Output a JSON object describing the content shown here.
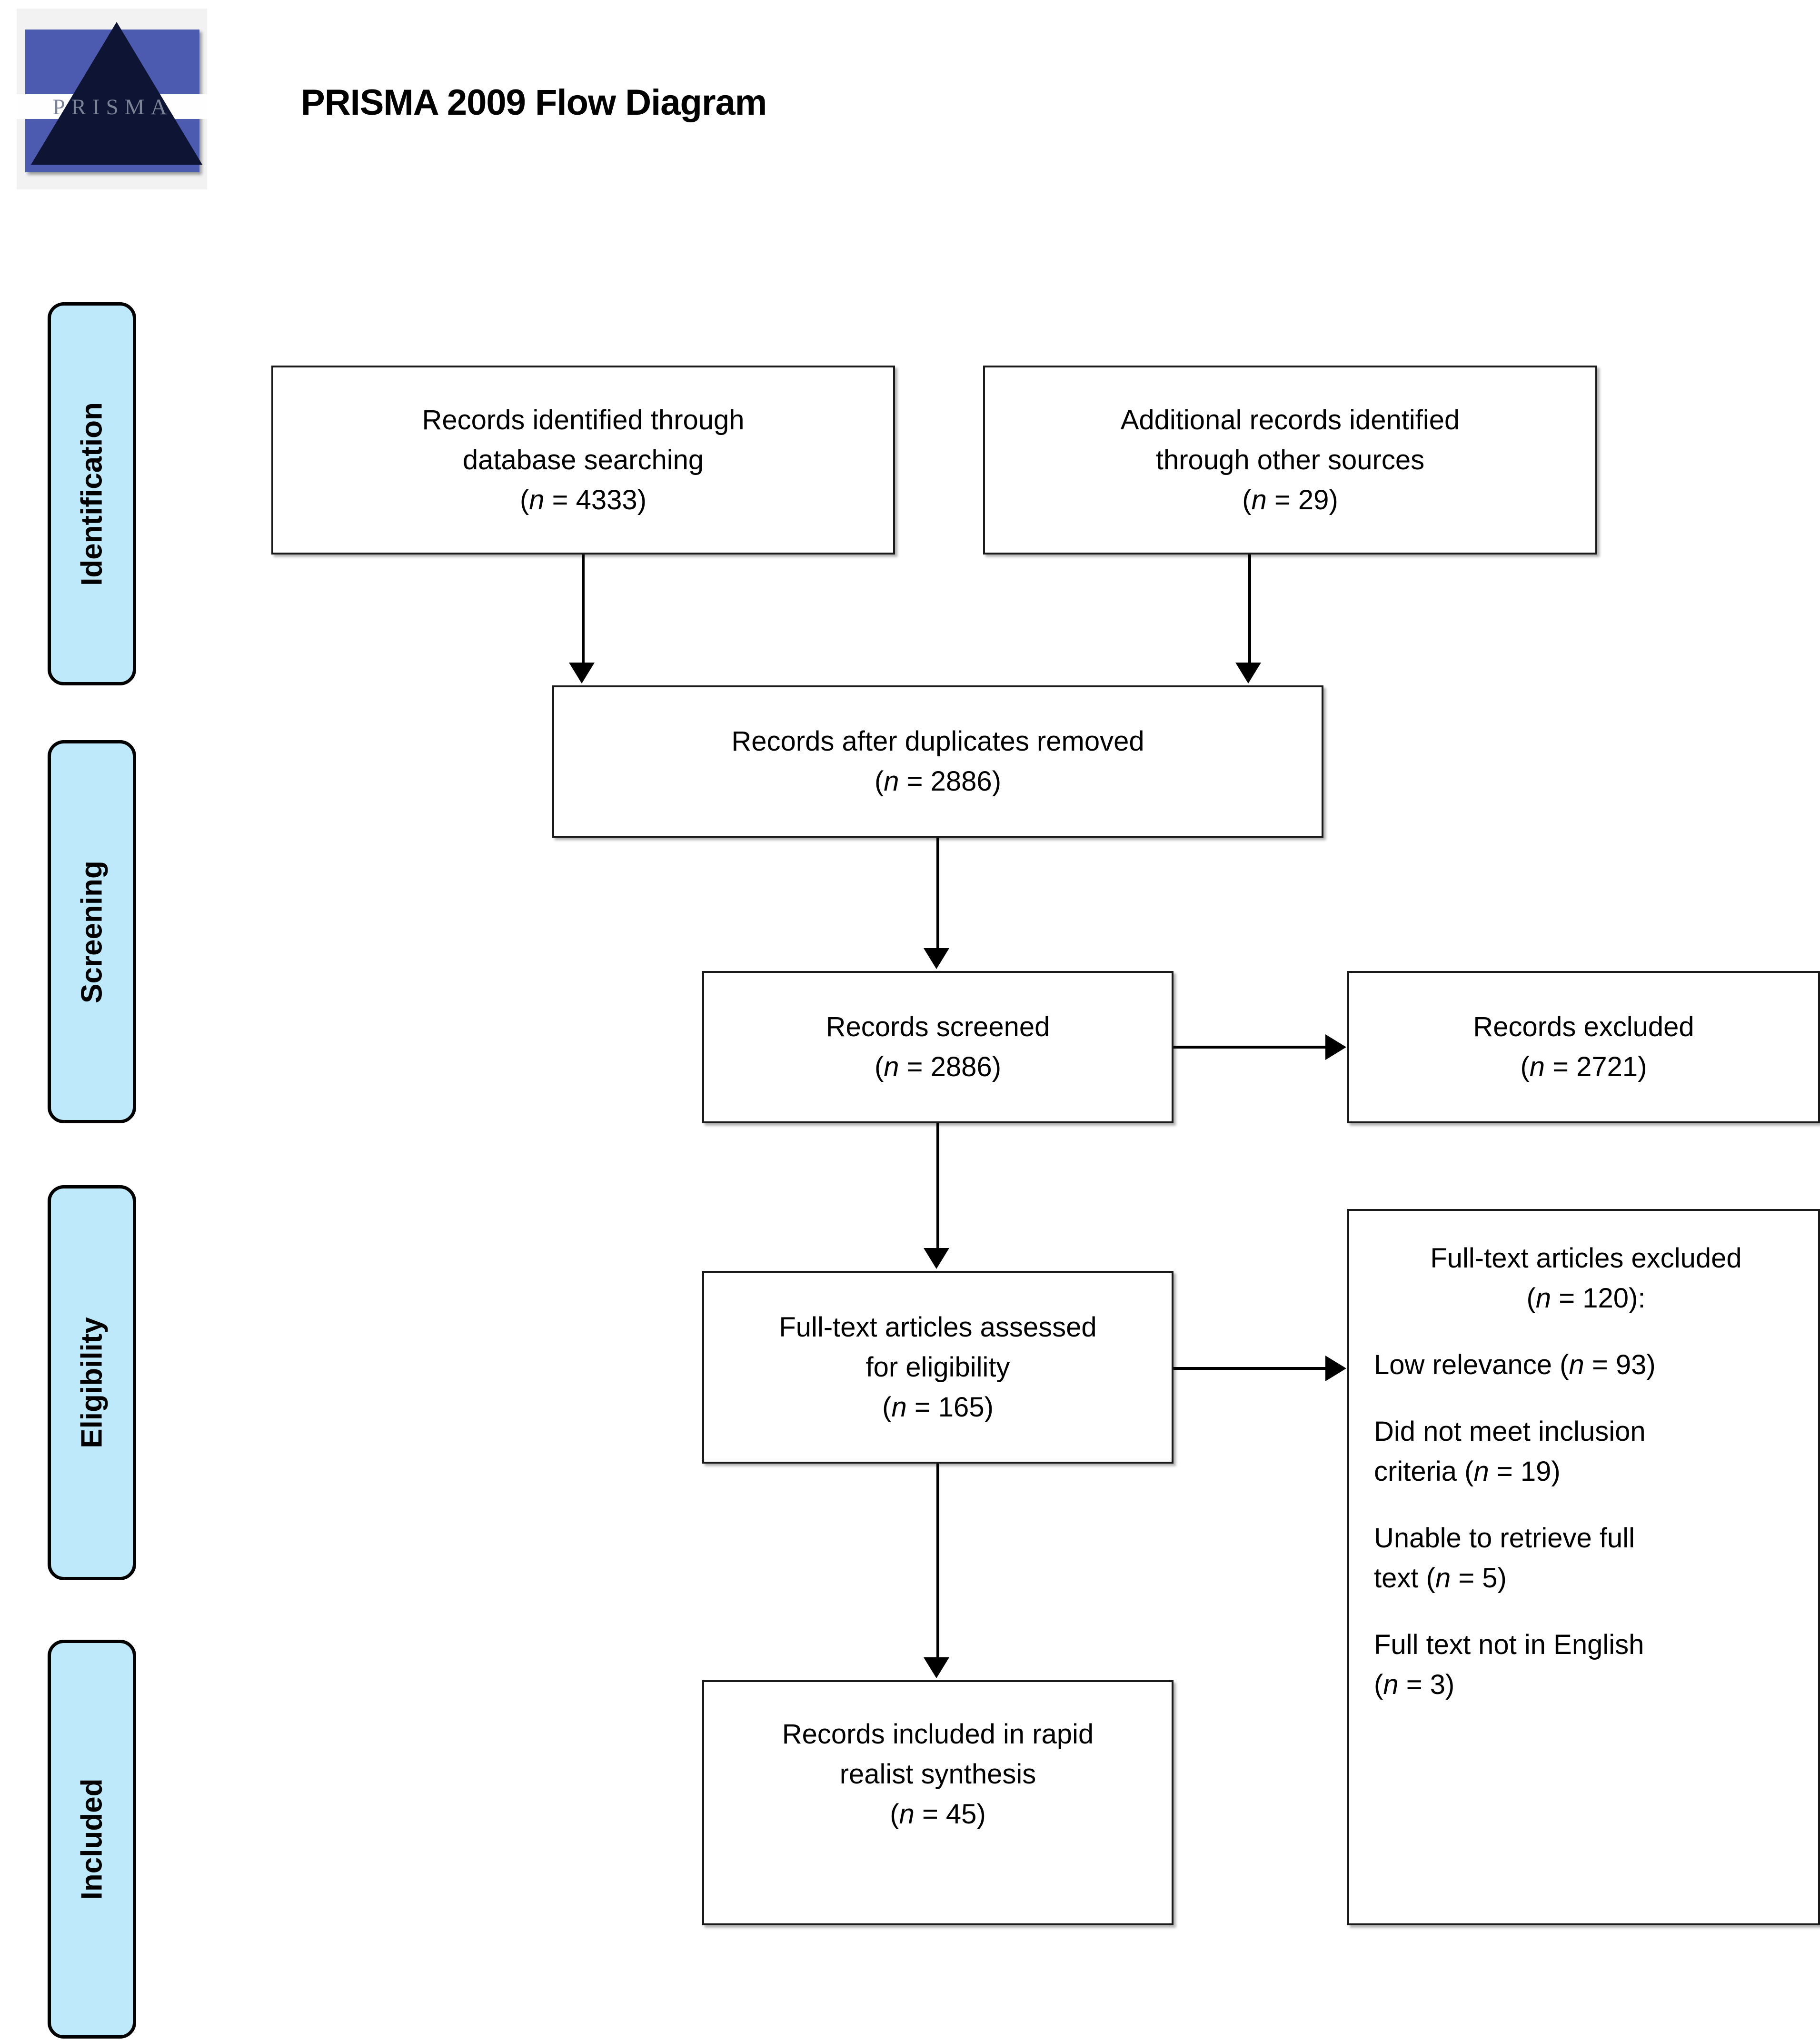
{
  "header": {
    "title": "PRISMA 2009 Flow Diagram",
    "logo_wordmark": "PRISMA",
    "logo_name": "prisma-logo"
  },
  "colors": {
    "stage_fill": "#bde9fa",
    "box_border": "#1a1a1a",
    "logo_band": "#4c5bb0",
    "logo_triangle": "#0d1434"
  },
  "stages": [
    {
      "label": "Identification"
    },
    {
      "label": "Screening"
    },
    {
      "label": "Eligibility"
    },
    {
      "label": "Included"
    }
  ],
  "boxes": {
    "db_search": {
      "l1": "Records identified through",
      "l2": "database searching",
      "n_open": "(",
      "n_sym": "n",
      "n_val": " = 4333)"
    },
    "other_src": {
      "l1": "Additional records identified",
      "l2": "through other sources",
      "n_open": "(",
      "n_sym": "n",
      "n_val": " = 29)"
    },
    "dedup": {
      "l1": "Records after duplicates removed",
      "n_open": "(",
      "n_sym": "n",
      "n_val": " = 2886)"
    },
    "screened": {
      "l1": "Records screened",
      "n_open": "(",
      "n_sym": "n",
      "n_val": " = 2886)"
    },
    "excluded": {
      "l1": "Records excluded",
      "n_open": "(",
      "n_sym": "n",
      "n_val": " = 2721)"
    },
    "fulltext": {
      "l1": "Full-text articles assessed",
      "l2": "for eligibility",
      "n_open": "(",
      "n_sym": "n",
      "n_val": " = 165)"
    },
    "included": {
      "l1": "Records included in rapid",
      "l2": "realist synthesis",
      "n_open": "(",
      "n_sym": "n",
      "n_val": " = 45)"
    }
  },
  "exclusions": {
    "heading_l1": "Full-text articles excluded",
    "heading_open": "(",
    "heading_sym": "n",
    "heading_val": " = 120):",
    "reasons": [
      {
        "t1": "Low relevance ",
        "open": "(",
        "sym": "n",
        "val": " = 93)"
      },
      {
        "t1": "Did not meet inclusion",
        "t2": "criteria ",
        "open": "(",
        "sym": "n",
        "val": " = 19)"
      },
      {
        "t1": "Unable to retrieve full",
        "t2": "text ",
        "open": "(",
        "sym": "n",
        "val": " = 5)"
      },
      {
        "t1": "Full text not in English",
        "t2": "",
        "open": "(",
        "sym": "n",
        "val": " = 3)"
      }
    ]
  },
  "chart_data": {
    "type": "diagram",
    "title": "PRISMA 2009 Flow Diagram",
    "nodes": [
      {
        "id": "db_search",
        "stage": "Identification",
        "label": "Records identified through database searching",
        "n": 4333
      },
      {
        "id": "other_src",
        "stage": "Identification",
        "label": "Additional records identified through other sources",
        "n": 29
      },
      {
        "id": "dedup",
        "stage": "Identification",
        "label": "Records after duplicates removed",
        "n": 2886
      },
      {
        "id": "screened",
        "stage": "Screening",
        "label": "Records screened",
        "n": 2886
      },
      {
        "id": "excluded",
        "stage": "Screening",
        "label": "Records excluded",
        "n": 2721
      },
      {
        "id": "fulltext",
        "stage": "Eligibility",
        "label": "Full-text articles assessed for eligibility",
        "n": 165
      },
      {
        "id": "fulltext_excluded",
        "stage": "Eligibility",
        "label": "Full-text articles excluded",
        "n": 120,
        "breakdown": [
          {
            "reason": "Low relevance",
            "n": 93
          },
          {
            "reason": "Did not meet inclusion criteria",
            "n": 19
          },
          {
            "reason": "Unable to retrieve full text",
            "n": 5
          },
          {
            "reason": "Full text not in English",
            "n": 3
          }
        ]
      },
      {
        "id": "included",
        "stage": "Included",
        "label": "Records included in rapid realist synthesis",
        "n": 45
      }
    ],
    "edges": [
      {
        "from": "db_search",
        "to": "dedup"
      },
      {
        "from": "other_src",
        "to": "dedup"
      },
      {
        "from": "dedup",
        "to": "screened"
      },
      {
        "from": "screened",
        "to": "excluded"
      },
      {
        "from": "screened",
        "to": "fulltext"
      },
      {
        "from": "fulltext",
        "to": "fulltext_excluded"
      },
      {
        "from": "fulltext",
        "to": "included"
      }
    ]
  }
}
